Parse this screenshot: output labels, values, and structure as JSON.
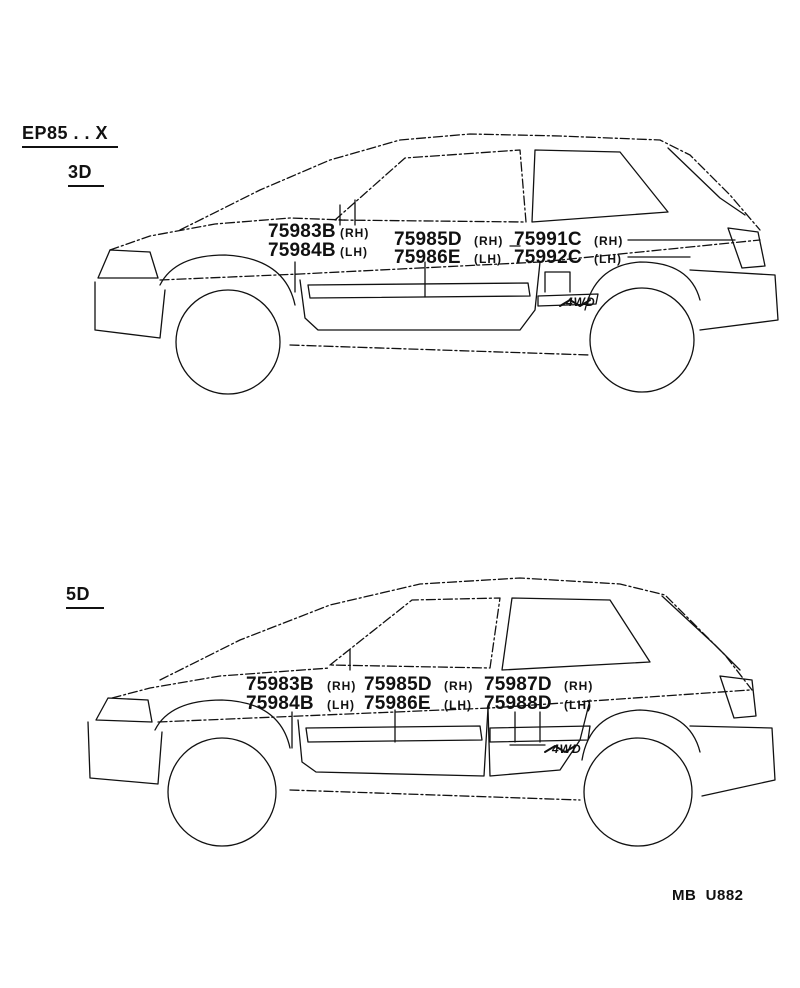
{
  "model": "EP85 . . X",
  "variants": [
    {
      "body": "3D",
      "parts": [
        {
          "no": "75983B",
          "side": "(RH)"
        },
        {
          "no": "75984B",
          "side": "(LH)"
        },
        {
          "no": "75985D",
          "side": "(RH)"
        },
        {
          "no": "75986E",
          "side": "(LH)"
        },
        {
          "no": "75991C",
          "side": "(RH)"
        },
        {
          "no": "75992C",
          "side": "(LH)"
        }
      ]
    },
    {
      "body": "5D",
      "parts": [
        {
          "no": "75983B",
          "side": "(RH)"
        },
        {
          "no": "75984B",
          "side": "(LH)"
        },
        {
          "no": "75985D",
          "side": "(RH)"
        },
        {
          "no": "75986E",
          "side": "(LH)"
        },
        {
          "no": "75987D",
          "side": "(RH)"
        },
        {
          "no": "75988D",
          "side": "(LH)"
        }
      ]
    }
  ],
  "badge": "4WD",
  "drawing_code": "MB  U882",
  "colors": {
    "ink": "#111111",
    "paper": "#ffffff"
  }
}
